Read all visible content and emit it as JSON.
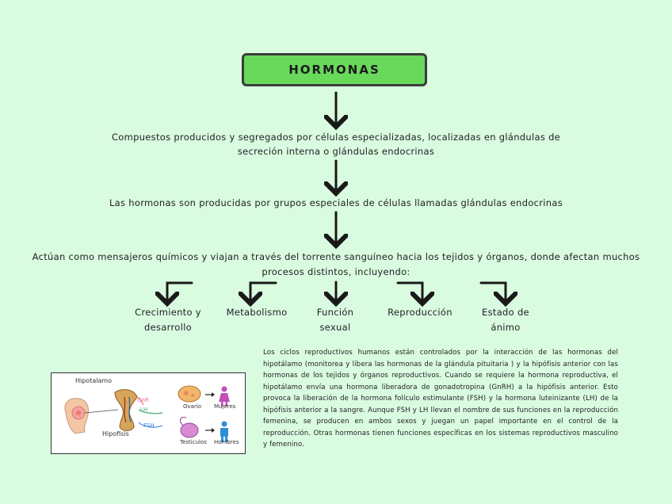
{
  "title": "HORMONAS",
  "definition": "Compuestos producidos y segregados por células especializadas, localizadas en glándulas de secreción interna o glándulas endocrinas",
  "production": "Las hormonas son producidas por grupos especiales de células llamadas glándulas endocrinas",
  "action": "Actúan como mensajeros químicos y viajan a través del torrente sanguíneo hacia los tejidos y órganos, donde afectan muchos procesos distintos, incluyendo:",
  "processes": [
    {
      "label": "Crecimiento y desarrollo"
    },
    {
      "label": "Metabolismo"
    },
    {
      "label": "Función sexual"
    },
    {
      "label": "Reproducción"
    },
    {
      "label": "Estado de ánimo"
    }
  ],
  "paragraph": "Los ciclos reproductivos humanos están controlados por la interacción de las hormonas del hipotálamo (monitorea y libera las hormonas de la glándula pituitaria ) y la hipófisis anterior con las hormonas de los tejidos y órganos reproductivos. Cuando se requiere la hormona reproductiva, el hipotálamo envía una hormona liberadora de gonadotropina (GnRH) a la hipófisis anterior. Esto provoca la liberación de la hormona folículo estimulante (FSH) y la hormona luteinizante (LH) de la hipófisis anterior a la sangre. Aunque FSH y LH llevan el nombre de sus funciones en la reproducción femenina, se producen en ambos sexos y juegan un papel importante en el control de la reproducción. Otras hormonas tienen funciones específicas en los sistemas reproductivos masculino y femenino.",
  "figure": {
    "hipotalamo": "Hipotalamo",
    "hipofisis": "Hipofisis",
    "gnrh": "GnR",
    "lh": "LH",
    "fsh": "FSH",
    "ovario": "Ovario",
    "mujeres": "Mujeres",
    "testiculos": "Testiculos",
    "hombres": "Hombres"
  },
  "colors": {
    "background": "#d9fbe0",
    "title_fill": "#69d95c",
    "arrow": "#1a1a1a"
  }
}
